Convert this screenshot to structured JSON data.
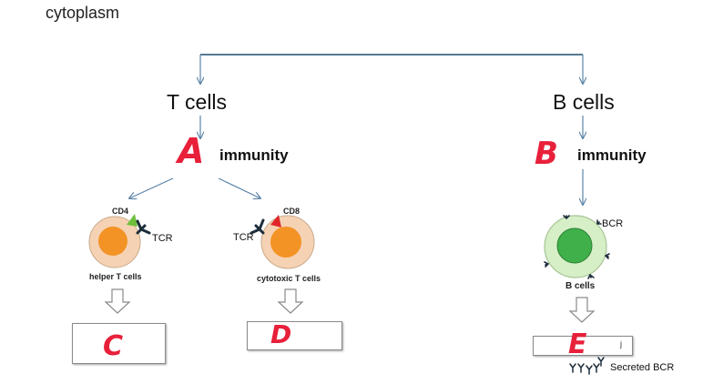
{
  "caption": "cytoplasm",
  "t_branch": {
    "title": "T cells",
    "label": "A",
    "immunity": "immunity"
  },
  "b_branch": {
    "title": "B cells",
    "label": "B",
    "immunity": "immunity"
  },
  "helper": {
    "marker": "CD4",
    "receptor": "TCR",
    "name": "helper T cells",
    "answer": "C"
  },
  "cytotoxic": {
    "marker": "CD8",
    "receptor": "TCR",
    "name": "cytotoxic T cells",
    "answer": "D"
  },
  "bcell": {
    "receptor": "BCR",
    "name": "B cells",
    "answer": "E",
    "box_text": "j",
    "secreted": "Secreted BCR"
  },
  "colors": {
    "connector": "#5b84a8",
    "handwriting": "#e8203a",
    "t_cell_fill": "#f5d2b3",
    "t_nucleus": "#f39325",
    "b_cell_fill": "#d7efc7",
    "b_nucleus": "#3fb04a",
    "cd4": "#6fbf3a",
    "cd8": "#e0262b"
  }
}
